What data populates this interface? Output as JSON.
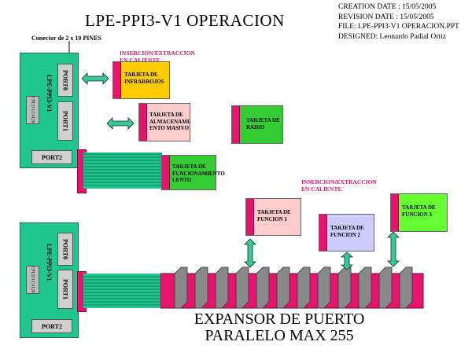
{
  "header": {
    "title": "LPE-PPI3-V1 OPERACION",
    "meta": [
      "CREATION DATE  : 15/05/2005",
      "REVISION DATE  :   15/05/2005",
      "FILE: LPE-PPI3-V1 OPERACION.PPT",
      "DESIGNED: Leonardo Padial Ortiz"
    ]
  },
  "connector_label": "Conector de 2 x 10 PINES",
  "hot_swap_label_top": [
    "INSERCION/EXTRACCION",
    "EN CALIENTE"
  ],
  "hot_swap_label_bottom": [
    "INSERCION/EXTRACCION",
    "EN CALIENTE"
  ],
  "board_top": {
    "name": "LPE-PPI3-V1",
    "port0": "PORT0",
    "port1": "PORT1",
    "port2": "PORT2",
    "chip": "CPLD LC4128"
  },
  "board_bottom": {
    "name": "LPE-PPI3-V1",
    "port0": "PORT0",
    "port1": "PORT1",
    "port2": "PORT2",
    "chip": "CPLD LC4128"
  },
  "cards": {
    "infrarrojos": [
      "TARJETA DE",
      "INFRARROJOS"
    ],
    "almacenamiento": [
      "TARJETA DE",
      "ALMACENAMI-",
      "ENTO MASIVO"
    ],
    "radio": [
      "TARJETA DE",
      "RADIO"
    ],
    "funcionamiento_lento": [
      "TARJETA DE",
      "FUNCIONAMIENTO",
      "LENTO"
    ],
    "funcion1": [
      "TARJETA DE",
      "FUNCION 1"
    ],
    "funcion2": [
      "TARJETA DE",
      "FUNCION 2"
    ],
    "funcion3": [
      "TARJETA DE",
      "FUNCION 3"
    ]
  },
  "expander_label": [
    "EXPANSOR DE PUERTO",
    "PARALELO MAX 255"
  ],
  "colors": {
    "board": "#1fc78f",
    "connector": "#e8136d",
    "infrarrojos": "#ffcc00",
    "almacenamiento": "#ffcccc",
    "radio": "#33cc33",
    "funcionamiento_lento": "#33cc33",
    "funcion1": "#ffcccc",
    "funcion2": "#ccccff",
    "funcion3": "#66ff33",
    "arrow": "#33cc99"
  }
}
